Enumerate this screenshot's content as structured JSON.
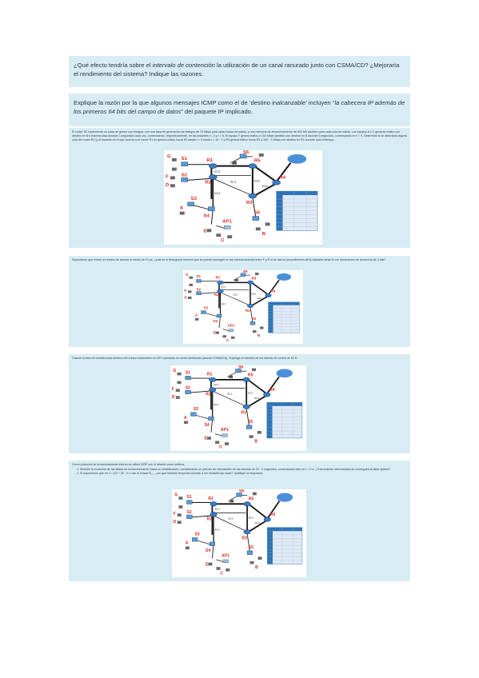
{
  "q1": {
    "pre": "¿Qué efecto tendría sobre el ",
    "em": "intervalo de contención",
    "post": " la utilización de un canal ranurado junto con CSMA/CD? ¿Mejoraría el rendimiento del sistema? Indique las razones."
  },
  "q2": {
    "pre": "Explique la razón por la que algunos mensajes ICMP como el de ‘destino inalcanzable’ incluyen “",
    "em": "la cabecera IP además de los primeros 64 bits del campo de datos",
    "post": "” del paquete IP implicado."
  },
  "q3": {
    "text": "El router R2 implementa un colas de gestor con testigos, con una tasa de generación de testigos de 70 Mbps para cada enlace de salida, y una memoria de almacenamiento de 500 Mb también para cada cola de salida. Los equipos A y C generan tráfico con destino en B a máxima tasa durante 3 segundos cada uno, comenzando, respectivamente, en los instantes t = 3 y t = 5. El equipo F genera tráfico a 100 Mbps también con destino en B durante 5 segundos, comenzando en t = X. Determine si se detectaría alguna cola del router R2 (y el instante en el que ocurre) si el router R1 no genera tráfico hacia R2 desde t = 0 hasta t = 10 · Y y R3 genera tráfico hacia R2 a 100 · X Mbps con destino en R1 durante todo el tiempo."
  },
  "q4": {
    "text": "Suponiendo que existe un retraso de acceso al medio de 10 μs, ¿cuál es el throughput máximo que se puede conseguir en las comunicaciones entre F y D si se usa un procedimiento ARQ Adelante atrás N con numeración de secuencia de 3 bits?"
  },
  "q5": {
    "text": "Calcule la tasa de transferencia efectiva del enlace inalámbrico en AP1 operando en modo distribuido (usando CSMA/CA). Suponga un tamaño de las tramas de control de 50 B."
  },
  "q6": {
    "intro": "Como protocolo de encaminamiento interno se utiliza IGRP con el retardo como métrica.",
    "items": [
      "Muestre la evolución de las tablas de encaminamiento hasta su estabilización, considerando un periodo de intercambio de las mismas de 30 · X segundos, comenzando este en t = 0 s. ¿Tras cuántos intercambios se conseguirá la tabla óptima?",
      "Si suponemos que en t = 120 + 30 · X s cae el enlace E₃,₅, ¿en qué instante temporal volverán a ser estables las rutas? Justifique la respuesta."
    ]
  },
  "diagram": {
    "routers": [
      "R1",
      "R2",
      "R3",
      "R4",
      "R5"
    ],
    "switches": [
      "S1",
      "S2",
      "S3",
      "S4",
      "S5",
      "S6"
    ],
    "hosts": [
      "G",
      "F",
      "D",
      "A",
      "E",
      "C",
      "B"
    ],
    "access_point": "AP1",
    "links": [
      "E1,5",
      "E1,2",
      "E2,3",
      "E2,4",
      "E3,4",
      "E3,5"
    ]
  },
  "colors": {
    "card": "#d8ecf3",
    "label_red": "#e0241b",
    "table_blue": "#2e74b5",
    "cloud": "#4a90d9"
  }
}
